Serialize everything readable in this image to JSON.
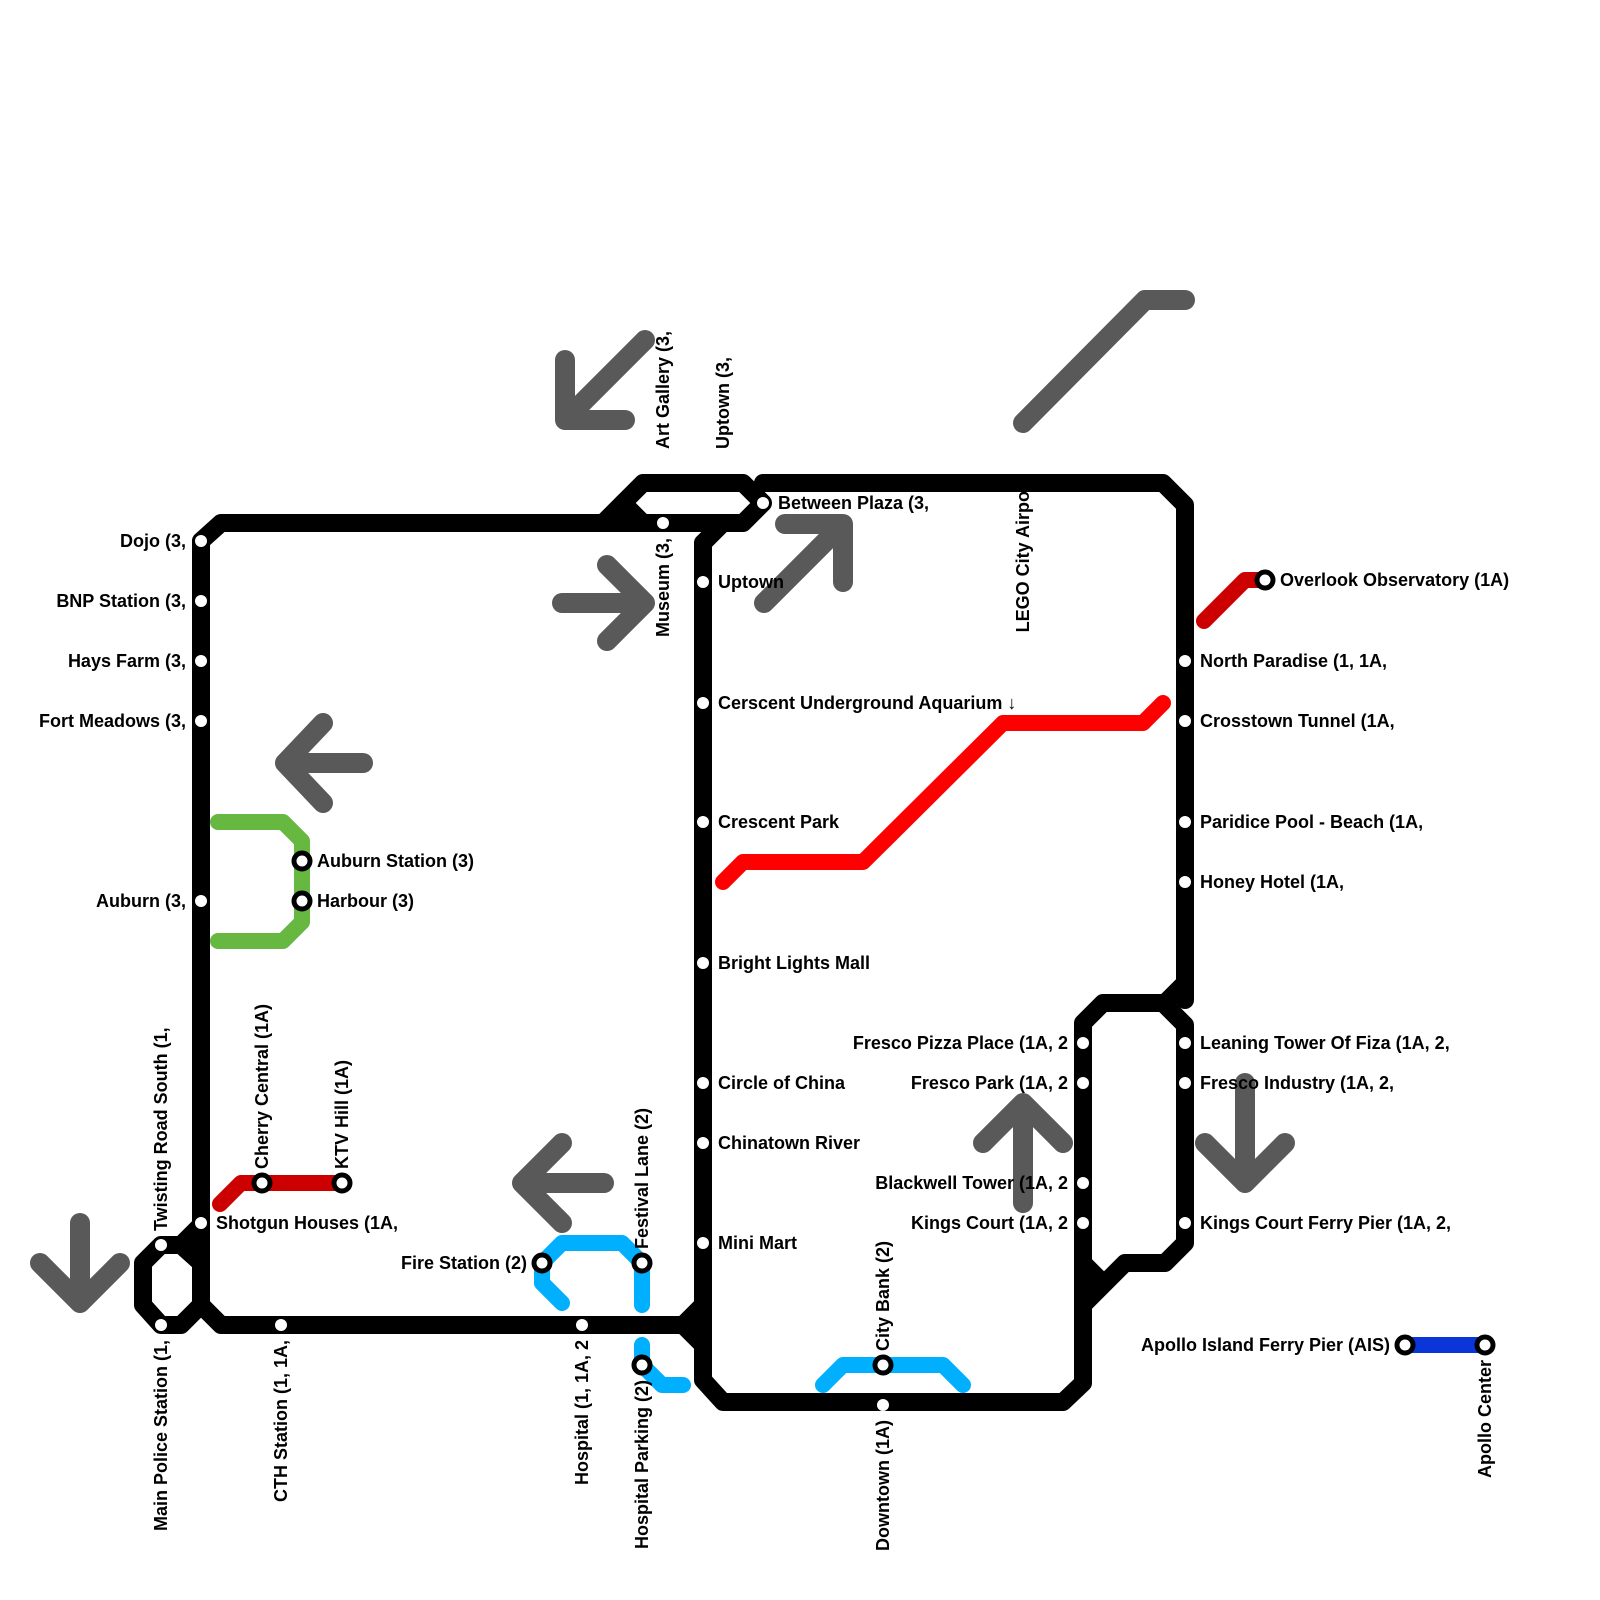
{
  "colors": {
    "main_line": "#000000",
    "red_line": "#ff0000",
    "dark_red_line": "#cc0000",
    "green_line": "#66b840",
    "light_blue_line": "#00b0ff",
    "dark_blue_line": "#0a35d9",
    "arrow": "#595959",
    "background": "#ffffff"
  },
  "arrows": [
    {
      "name": "arrow-down-left-icon",
      "direction": "down-left"
    },
    {
      "name": "arrow-up-right-icon",
      "direction": "up-right"
    },
    {
      "name": "arrow-right-icon",
      "direction": "right"
    },
    {
      "name": "arrow-up-right-icon",
      "direction": "up-right"
    },
    {
      "name": "arrow-left-icon",
      "direction": "left"
    },
    {
      "name": "arrow-left-icon",
      "direction": "left"
    },
    {
      "name": "arrow-up-icon",
      "direction": "up"
    },
    {
      "name": "arrow-down-icon",
      "direction": "down"
    },
    {
      "name": "arrow-down-icon",
      "direction": "down"
    }
  ],
  "stations": {
    "dojo": "Dojo (3,",
    "bnp_station": "BNP Station (3,",
    "hays_farm": "Hays Farm (3,",
    "fort_meadows": "Fort Meadows (3,",
    "auburn": "Auburn (3,",
    "auburn_station": "Auburn Station (3)",
    "harbour": "Harbour (3)",
    "twisting_road_south": "Twisting Road South (1,",
    "cherry_central": "Cherry Central (1A)",
    "ktv_hill": "KTV Hill (1A)",
    "shotgun_houses": "Shotgun Houses (1A,",
    "main_police_station": "Main Police Station (1,",
    "cth_station": "CTH Station (1, 1A,",
    "fire_station": "Fire Station (2)",
    "festival_lane": "Festival Lane (2)",
    "hospital": "Hospital (1, 1A, 2",
    "hospital_parking": "Hospital Parking (2)",
    "art_gallery": "Art Gallery (3,",
    "uptown_top": "Uptown (3,",
    "museum": "Museum (3,",
    "between_plaza": "Between Plaza (3,",
    "uptown": "Uptown",
    "aquarium": "Cerscent Underground Aquarium ↓",
    "crescent_park": "Crescent Park",
    "bright_lights_mall": "Bright Lights Mall",
    "circle_of_china": "Circle of China",
    "chinatown_river": "Chinatown River",
    "mini_mart": "Mini Mart",
    "lego_city_airport": "LEGO City Airport",
    "overlook_observatory": "Overlook Observatory (1A)",
    "north_paradise": "North Paradise (1, 1A,",
    "crosstown_tunnel": "Crosstown Tunnel (1A,",
    "paridice_pool": "Paridice Pool - Beach (1A,",
    "honey_hotel": "Honey Hotel (1A,",
    "leaning_tower": "Leaning Tower Of Fiza (1A, 2,",
    "fresco_industry": "Fresco Industry (1A, 2,",
    "kings_court_ferry_pier": "Kings Court Ferry Pier (1A, 2,",
    "fresco_pizza_place": "Fresco Pizza Place (1A, 2",
    "fresco_park": "Fresco Park (1A, 2",
    "blackwell_tower": "Blackwell Tower (1A, 2",
    "kings_court": "Kings Court (1A, 2",
    "city_bank": "City Bank (2)",
    "downtown": "Downtown (1A)",
    "apollo_island_ferry_pier": "Apollo Island Ferry Pier (AIS)",
    "apollo_center": "Apollo Center"
  }
}
